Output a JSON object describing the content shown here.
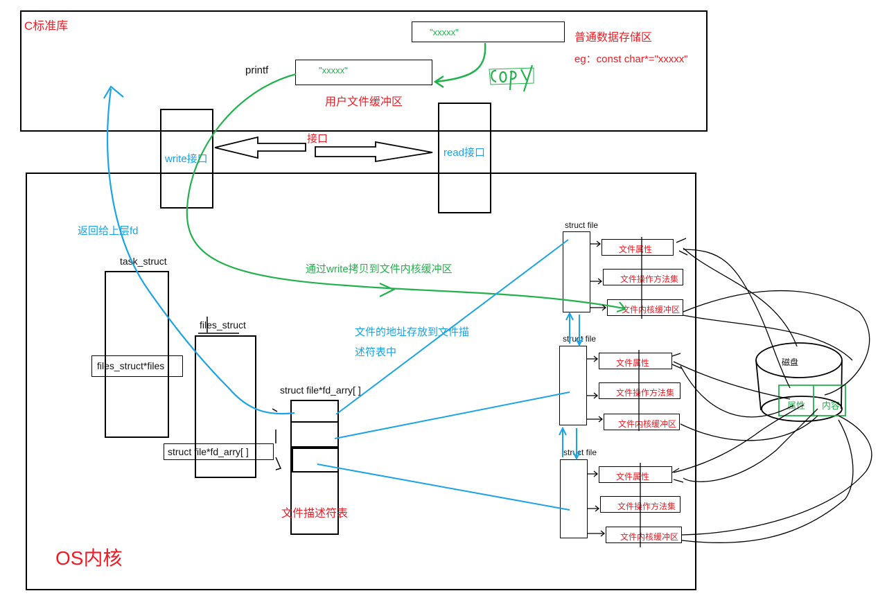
{
  "clib": {
    "title": "C标准库"
  },
  "user_buffer": {
    "printf": "printf",
    "content": "\"xxxxx\"",
    "caption": "用户文件缓冲区"
  },
  "data_store": {
    "content": "\"xxxxx\"",
    "title": "普通数据存储区",
    "example": "eg：const char*=\"xxxxx\""
  },
  "copy_label": "copy",
  "interface": {
    "label": "接口",
    "write": "write接口",
    "read": "read接口"
  },
  "os": {
    "title": "OS内核"
  },
  "return_fd": "返回给上层fd",
  "write_copy": "通过write拷贝到文件内核缓冲区",
  "addr_note": [
    "文件的地址存放到文件描",
    "述符表中"
  ],
  "task_struct": {
    "title": "task_struct",
    "field": "files_struct*files"
  },
  "files_struct": {
    "title": "files_struct",
    "field": "struct file*fd_arry[ ]"
  },
  "fd_table": {
    "title": "struct file*fd_arry[ ]",
    "caption": "文件描述符表"
  },
  "struct_files": [
    {
      "title": "struct file",
      "fields": [
        "文件属性",
        "文件操作方法集",
        "文件内核缓冲区"
      ]
    },
    {
      "title": "struct file",
      "fields": [
        "文件属性",
        "文件操作方法集",
        "文件内核缓冲区"
      ]
    },
    {
      "title": "struct file",
      "fields": [
        "文件属性",
        "文件操作方法集",
        "文件内核缓冲区"
      ]
    }
  ],
  "disk": {
    "title": "磁盘",
    "attr": "属性",
    "content": "内容"
  },
  "colors": {
    "red": "#ee1c24",
    "blue": "#1aa3e6",
    "green": "#22b14c"
  }
}
